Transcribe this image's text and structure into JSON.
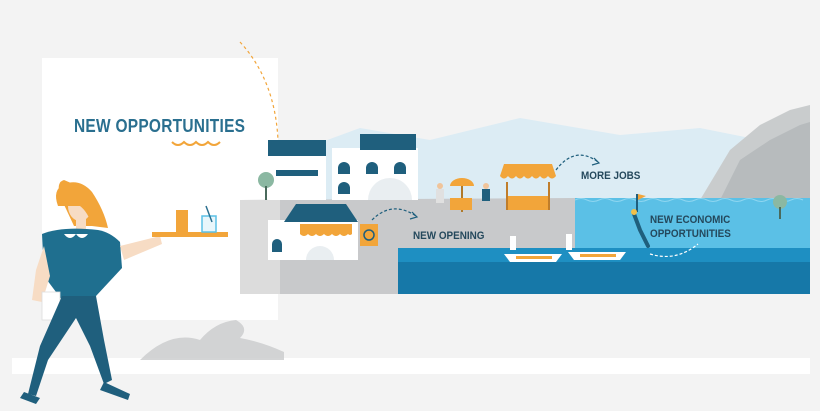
{
  "headline": "NEW OPPORTUNITIES",
  "labels": {
    "more_jobs": "MORE JOBS",
    "new_opening": "NEW OPENING",
    "new_economic_line1": "NEW ECONOMIC",
    "new_economic_line2": "OPPORTUNITIES"
  },
  "colors": {
    "headline": "#2a6f8f",
    "sea": "#5bc0e6",
    "deep_sea": "#1e8fc2",
    "accent_orange": "#f2a53a",
    "awning_blue": "#1f5f7d",
    "waitress_dress": "#1f6f8f"
  }
}
